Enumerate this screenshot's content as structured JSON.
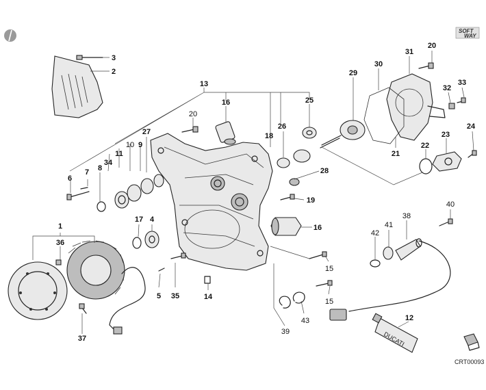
{
  "diagram": {
    "drawing_code": "CRT00093",
    "logo_text": [
      "SOFT",
      "WAY"
    ],
    "tube_label": "DUCATI",
    "callouts": {
      "c1": "1",
      "c2": "2",
      "c3": "3",
      "c4": "4",
      "c5": "5",
      "c6": "6",
      "c7": "7",
      "c8": "8",
      "c9": "9",
      "c10": "10",
      "c11": "11",
      "c12": "12",
      "c13": "13",
      "c14": "14",
      "c15a": "15",
      "c15b": "15",
      "c16a": "16",
      "c16b": "16",
      "c17": "17",
      "c18": "18",
      "c19": "19",
      "c20a": "20",
      "c20b": "20",
      "c21": "21",
      "c22": "22",
      "c23": "23",
      "c24": "24",
      "c25": "25",
      "c26": "26",
      "c27": "27",
      "c28": "28",
      "c29": "29",
      "c30": "30",
      "c31": "31",
      "c32": "32",
      "c33": "33",
      "c34": "34",
      "c35": "35",
      "c36": "36",
      "c37": "37",
      "c38": "38",
      "c39": "39",
      "c40": "40",
      "c41": "41",
      "c42": "42",
      "c43": "43"
    }
  }
}
